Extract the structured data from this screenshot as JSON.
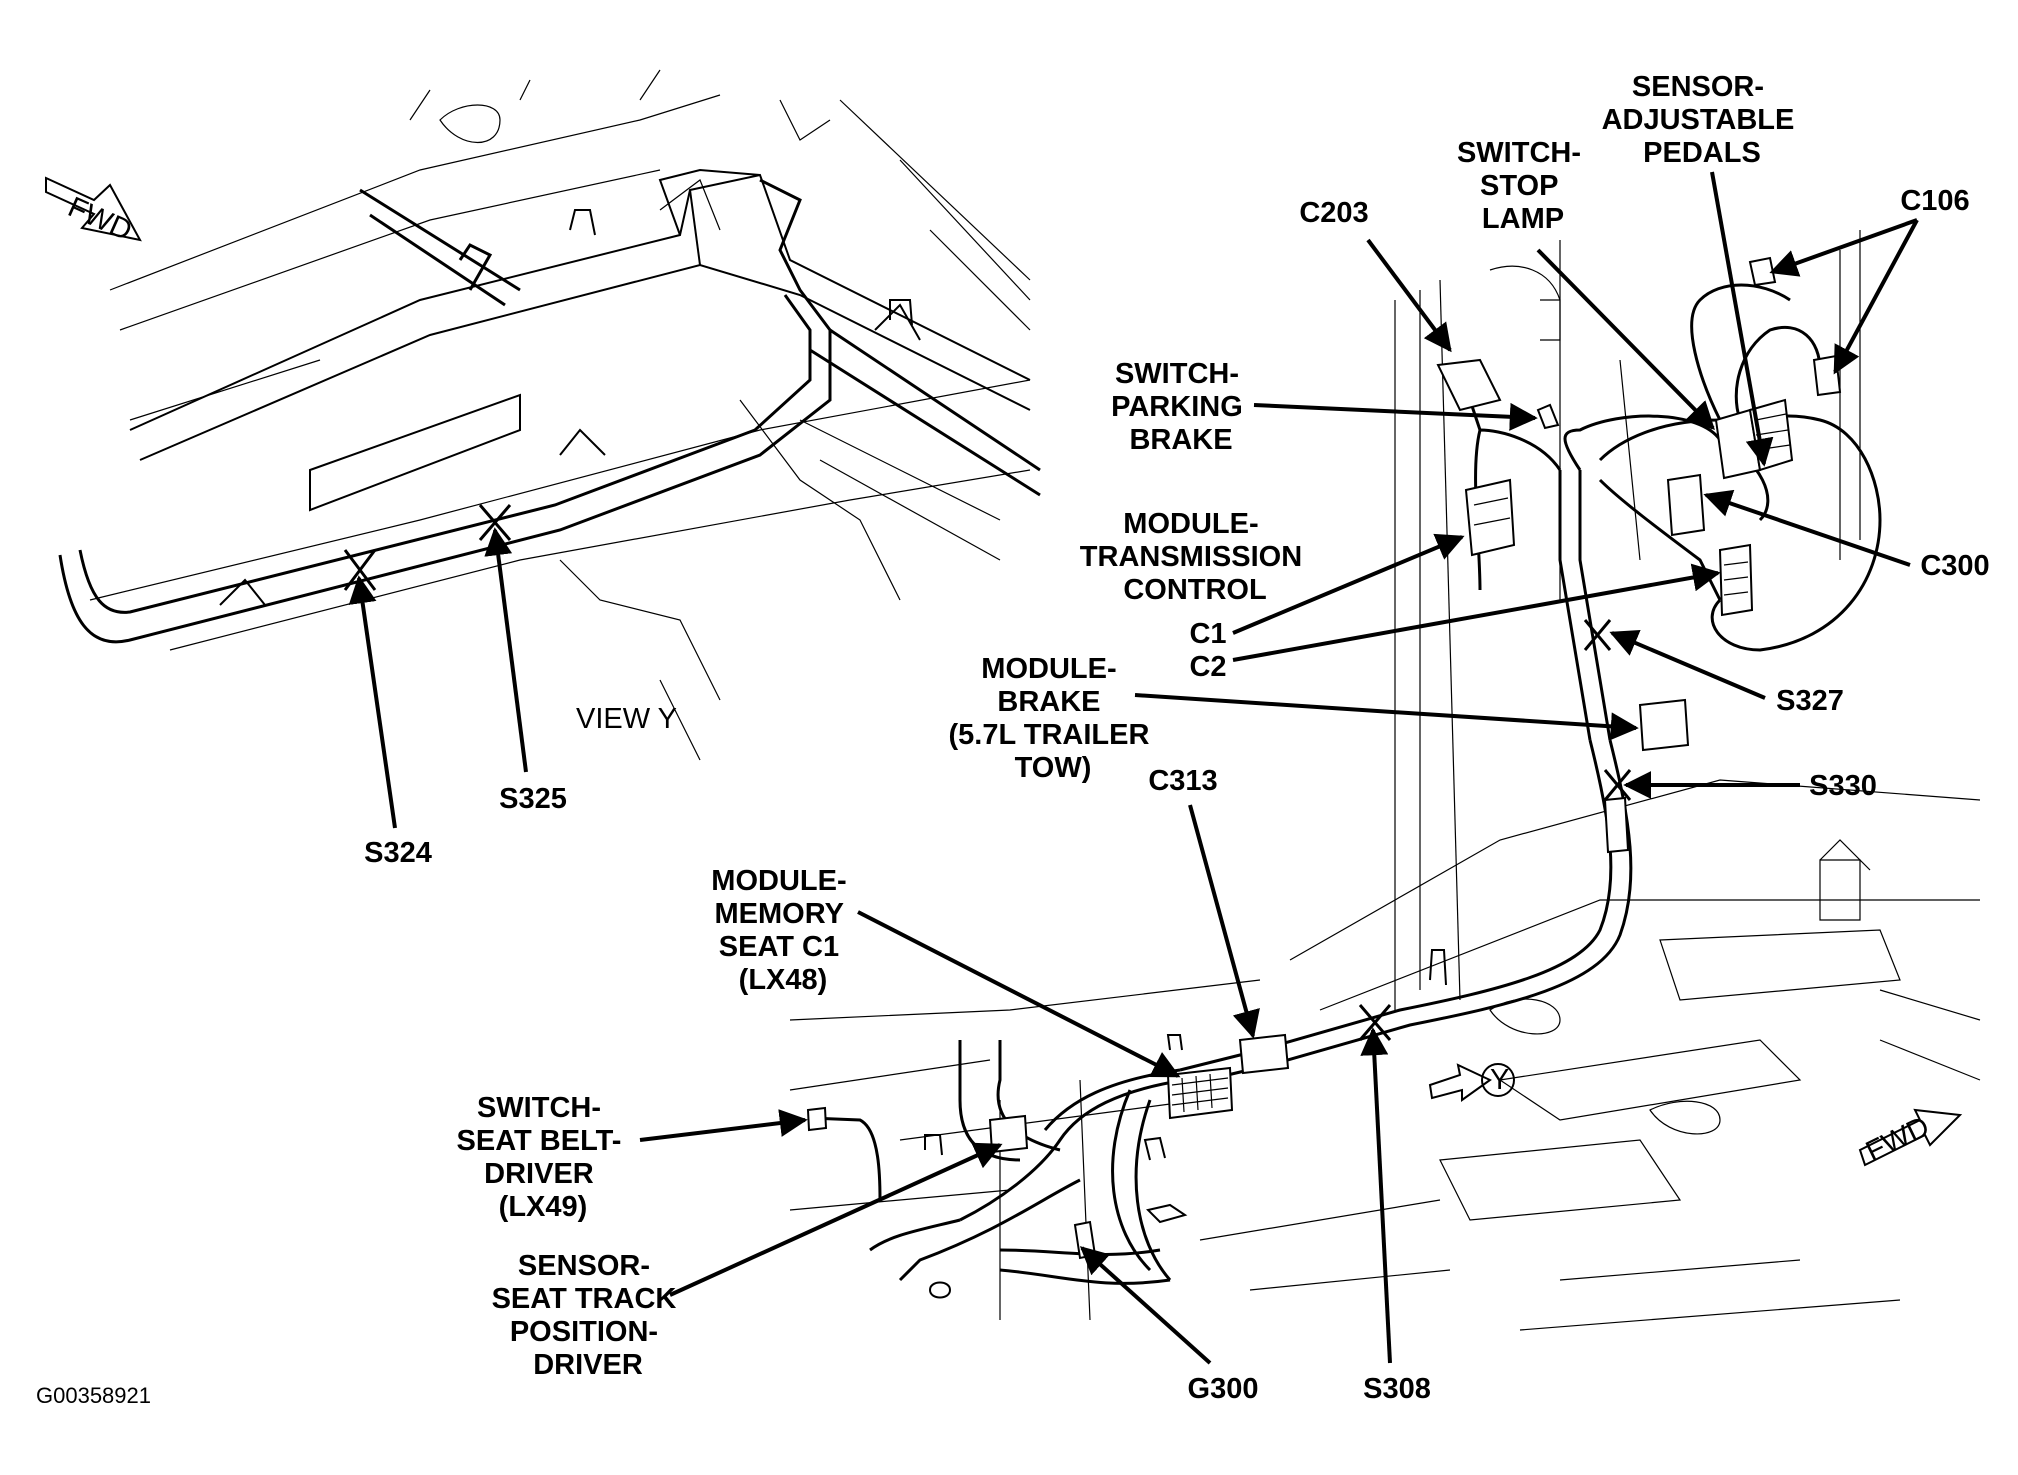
{
  "figure_id": "G00358921",
  "view_label": "VIEW Y",
  "view_marker": "Y",
  "fwd_label": "FWD",
  "callouts": {
    "sensor_adjustable_pedals": [
      "SENSOR-",
      "ADJUSTABLE",
      "PEDALS"
    ],
    "switch_stop_lamp": [
      "SWITCH-",
      "STOP",
      "LAMP"
    ],
    "c203": [
      "C203"
    ],
    "c106": [
      "C106"
    ],
    "switch_parking_brake": [
      "SWITCH-",
      "PARKING",
      "BRAKE"
    ],
    "module_transmission_control": [
      "MODULE-",
      "TRANSMISSION",
      "CONTROL"
    ],
    "c1": [
      "C1"
    ],
    "c2": [
      "C2"
    ],
    "c300": [
      "C300"
    ],
    "module_brake": [
      "MODULE-",
      "BRAKE",
      "(5.7L TRAILER",
      "TOW)"
    ],
    "s327": [
      "S327"
    ],
    "s330": [
      "S330"
    ],
    "c313": [
      "C313"
    ],
    "module_memory_seat": [
      "MODULE-",
      "MEMORY",
      "SEAT C1",
      "(LX48)"
    ],
    "switch_seat_belt": [
      "SWITCH-",
      "SEAT BELT-",
      "DRIVER",
      "(LX49)"
    ],
    "sensor_seat_track": [
      "SENSOR-",
      "SEAT TRACK",
      "POSITION-",
      "DRIVER"
    ],
    "g300": [
      "G300"
    ],
    "s308": [
      "S308"
    ],
    "s324": [
      "S324"
    ],
    "s325": [
      "S325"
    ]
  }
}
